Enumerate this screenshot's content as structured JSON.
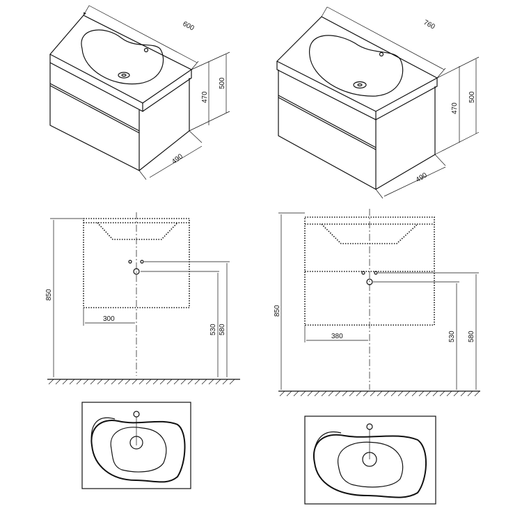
{
  "left_unit": {
    "iso_dims": {
      "width": "600",
      "height_total": "500",
      "height_cabinet": "470",
      "depth": "490"
    },
    "elevation_dims": {
      "floor_to_top": "850",
      "drain_offset": "300",
      "drain_height": "530",
      "tap_height": "580"
    }
  },
  "right_unit": {
    "iso_dims": {
      "width": "760",
      "height_total": "500",
      "height_cabinet": "470",
      "depth": "490"
    },
    "elevation_dims": {
      "floor_to_top": "850",
      "drain_offset": "380",
      "drain_height": "530",
      "tap_height": "580"
    }
  }
}
